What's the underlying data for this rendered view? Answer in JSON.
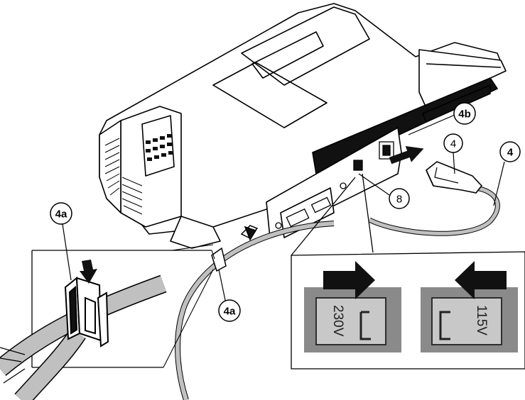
{
  "callouts": {
    "power_cord_top": "4",
    "power_cord_right": "4",
    "cord_clip_top": "4b",
    "cord_clip_detail": "4a",
    "cord_clip_bottom": "4a",
    "voltage_switch": "8"
  },
  "voltage_switch": {
    "option_left": "230V",
    "option_right": "115V"
  },
  "colors": {
    "line": "#000000",
    "cable": "#c0c0c0",
    "switch_bg": "#8a8a8a",
    "switch_face": "#c8c8c8",
    "printer_black": "#111111"
  }
}
